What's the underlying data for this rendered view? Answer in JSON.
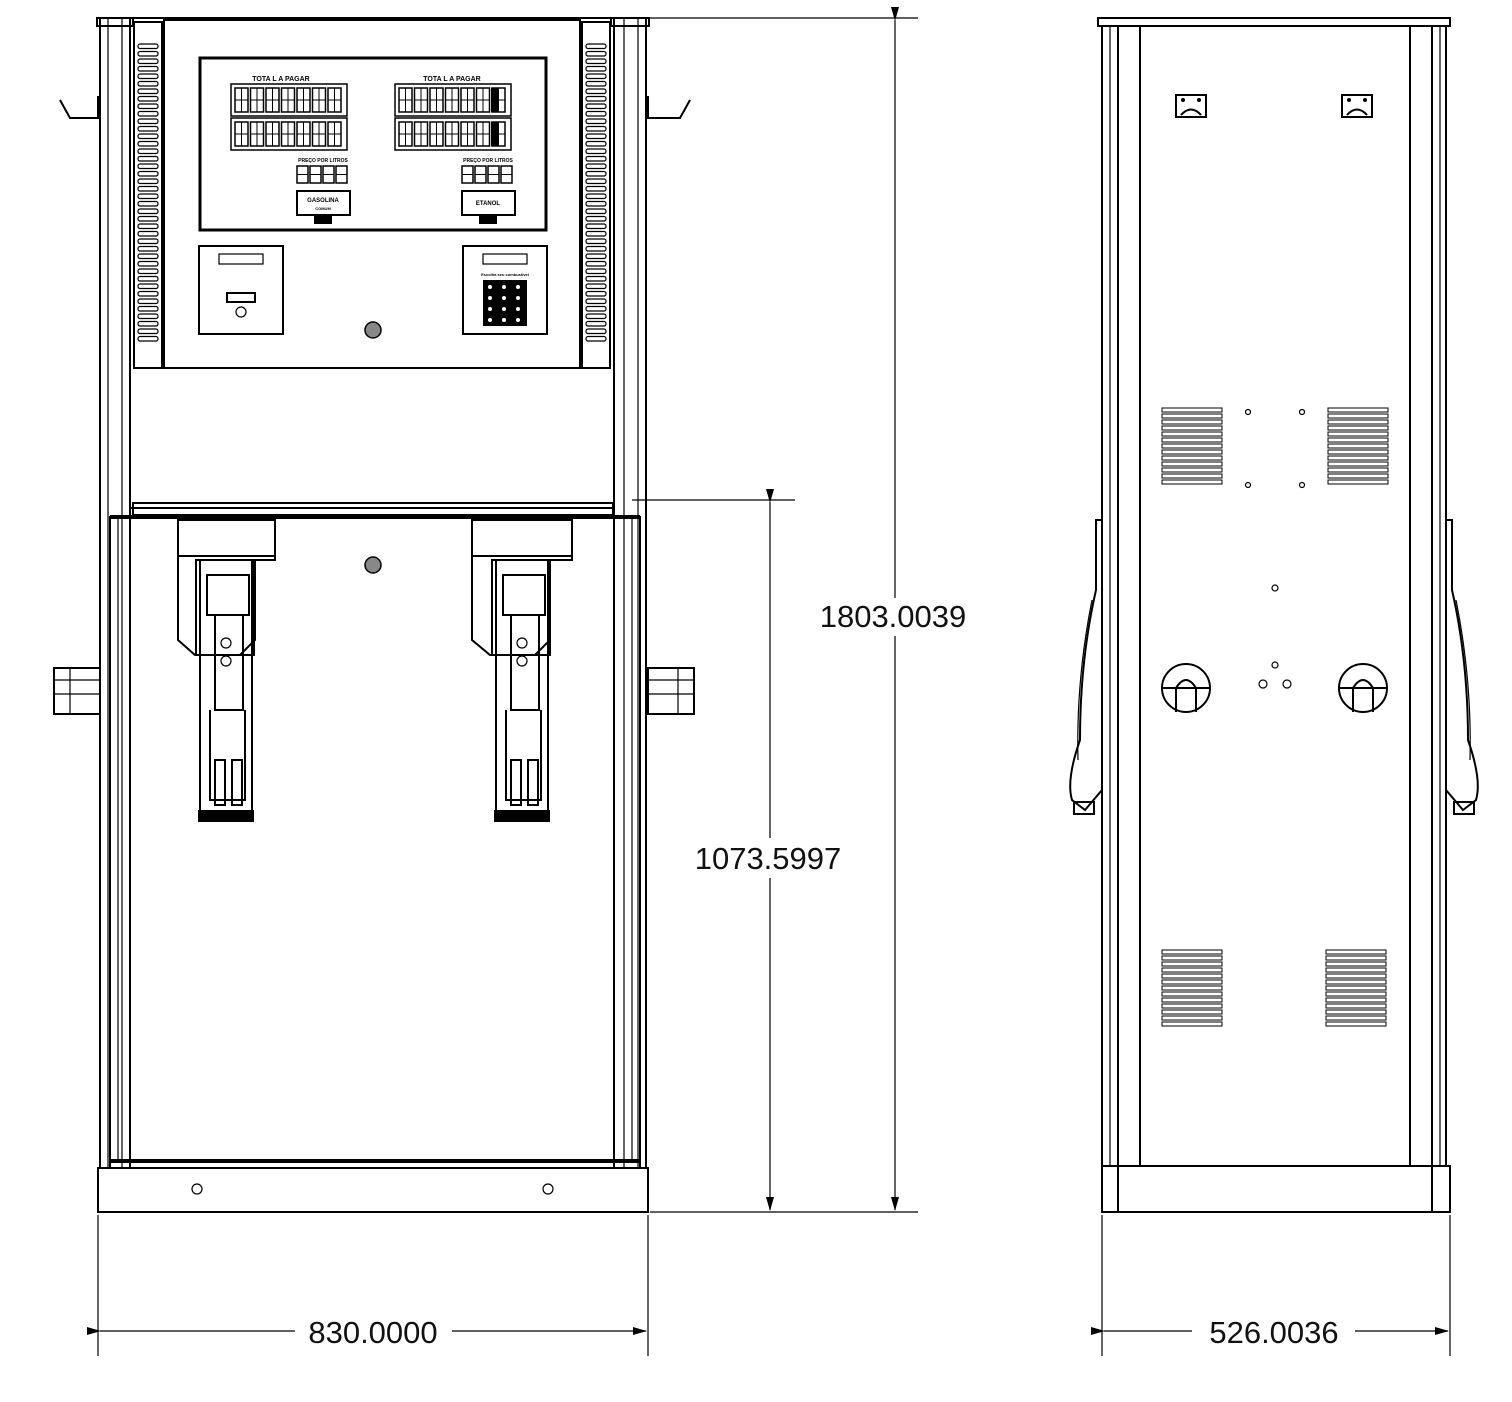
{
  "drawing": {
    "front_view": {
      "display_labels": {
        "left_header": "TOTA L A PAGAR",
        "right_header": "TOTA L A PAGAR",
        "left_price_label": "PREÇO POR LITROS",
        "right_price_label": "PREÇO POR LITROS",
        "left_product": "GASOLINA",
        "left_product_sub": "COMUM",
        "right_product": "ETANOL",
        "keypad_caption": "Escolha seu combustível"
      }
    },
    "dimensions": {
      "overall_height": "1803.0039",
      "lower_height": "1073.5997",
      "front_width": "830.0000",
      "side_width": "526.0036"
    }
  }
}
